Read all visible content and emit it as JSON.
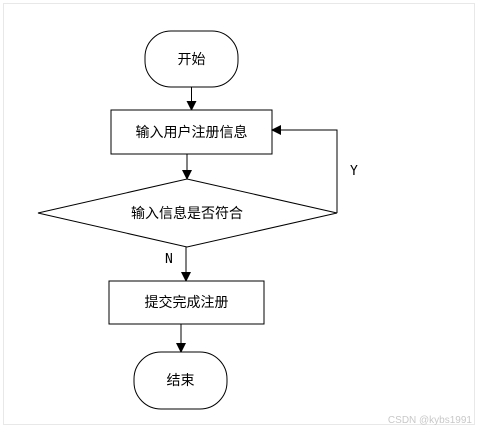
{
  "diagram": {
    "start": "开始",
    "input_info": "输入用户注册信息",
    "decision": "输入信息是否符合",
    "yes_label": "Y",
    "no_label": "N",
    "submit": "提交完成注册",
    "end": "结束"
  },
  "watermark": "CSDN @kybs1991"
}
